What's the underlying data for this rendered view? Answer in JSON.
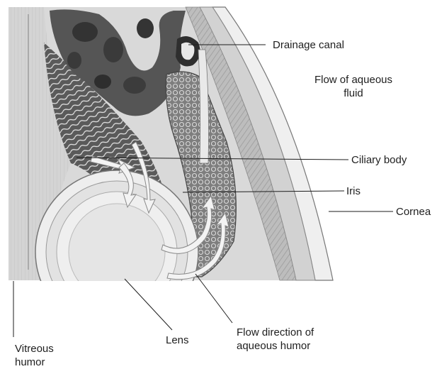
{
  "labels": {
    "drainage_canal": "Drainage canal",
    "flow_aqueous_fluid": "Flow of aqueous\nfluid",
    "ciliary_body": "Ciliary body",
    "iris": "Iris",
    "cornea": "Cornea",
    "vitreous_humor": "Vitreous\nhumor",
    "lens": "Lens",
    "flow_direction": "Flow direction of\naqueous humor"
  },
  "colors": {
    "tissue_dark": "#4a4a4a",
    "tissue_mid": "#8c8c8c",
    "tissue_light": "#c9c9c9",
    "background_fluid": "#d8d8d8",
    "arrow_fill": "#f2f2f2",
    "leader_line": "#1e1e1e"
  }
}
